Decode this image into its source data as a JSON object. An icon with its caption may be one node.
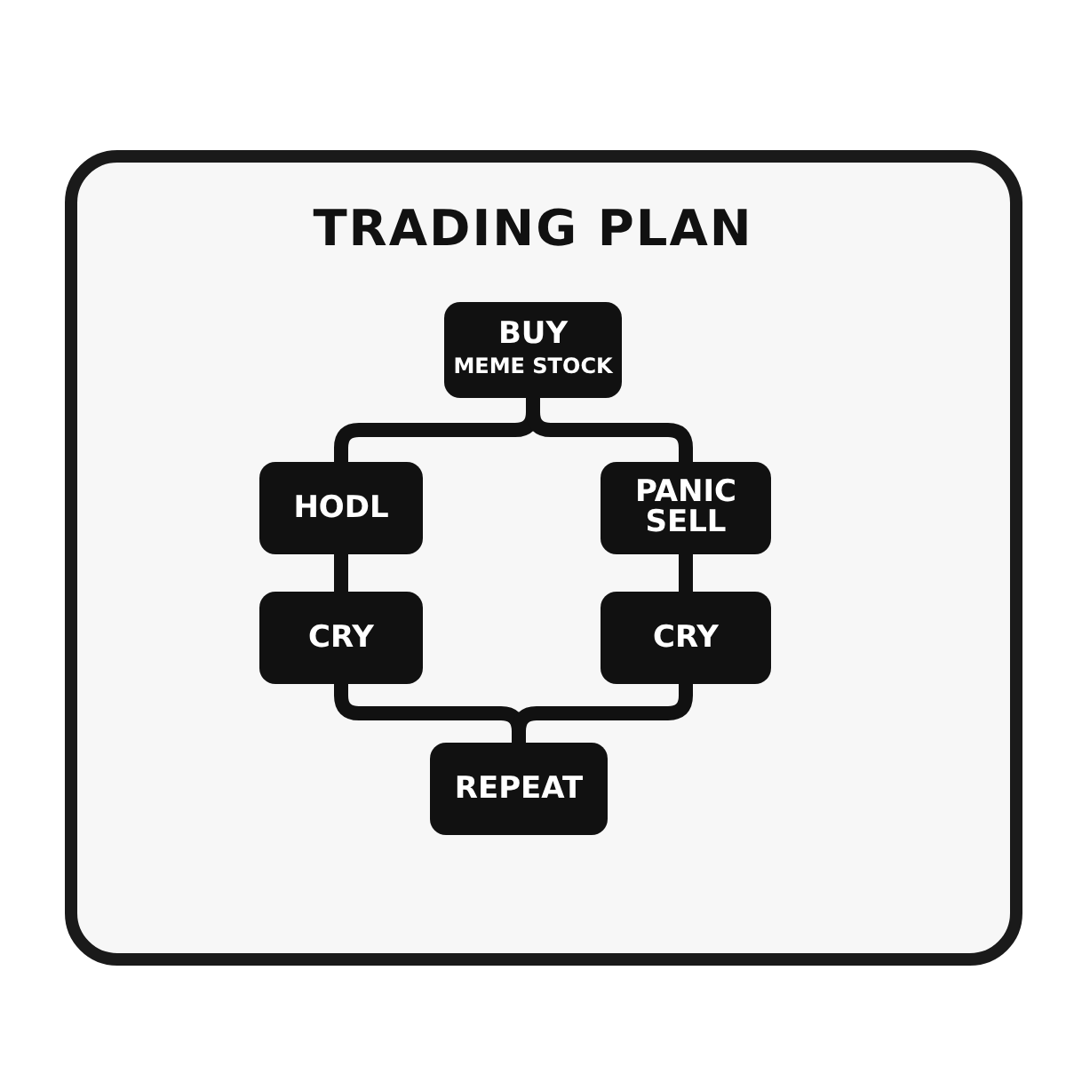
{
  "diagram": {
    "title": "TRADING PLAN",
    "nodes": [
      {
        "text": [
          "BUY",
          "MEME STOCK"
        ]
      },
      {
        "text": [
          "HODL"
        ]
      },
      {
        "text": [
          "PANIC SELL"
        ]
      },
      {
        "text": [
          "CRY"
        ]
      },
      {
        "text": [
          "CRY"
        ]
      },
      {
        "text": [
          "REPEAT"
        ]
      }
    ],
    "edges": [
      {
        "from": 0,
        "to": 1,
        "arrow": "none"
      },
      {
        "from": 0,
        "to": 2,
        "arrow": "none"
      },
      {
        "from": 1,
        "to": 3,
        "arrow": "none"
      },
      {
        "from": 2,
        "to": 4,
        "arrow": "none"
      },
      {
        "from": 3,
        "to": 5,
        "arrow": "none"
      },
      {
        "from": 4,
        "to": 5,
        "arrow": "none"
      }
    ]
  }
}
